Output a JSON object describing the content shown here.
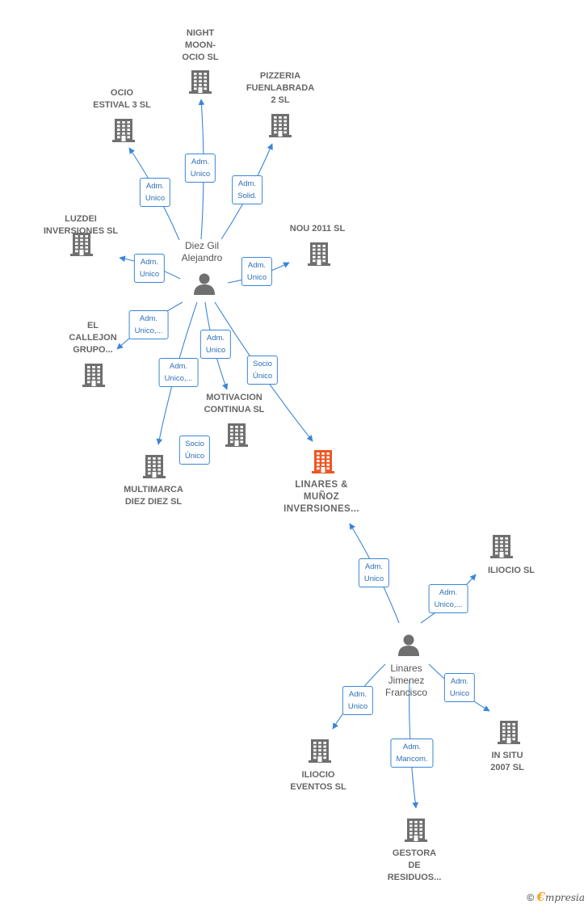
{
  "colors": {
    "edge": "#3a86d6",
    "building": "#6f6f6f",
    "highlight": "#ee5522",
    "person": "#6f6f6f"
  },
  "people": [
    {
      "id": "p1",
      "name": [
        "Diez Gil",
        "Alejandro"
      ],
      "icon": "person-icon"
    },
    {
      "id": "p2",
      "name": [
        "Linares",
        "Jimenez",
        "Francisco"
      ],
      "icon": "person-icon"
    }
  ],
  "companies": [
    {
      "id": "night",
      "name": [
        "NIGHT",
        "MOON-",
        "OCIO SL"
      ],
      "icon": "building-icon"
    },
    {
      "id": "pizzeria",
      "name": [
        "PIZZERIA",
        "FUENLABRADA",
        "2  SL"
      ],
      "icon": "building-icon"
    },
    {
      "id": "ocio",
      "name": [
        "OCIO",
        "ESTIVAL 3 SL"
      ],
      "icon": "building-icon"
    },
    {
      "id": "luzdei",
      "name": [
        "LUZDEI",
        "INVERSIONES SL"
      ],
      "icon": "building-icon"
    },
    {
      "id": "nou",
      "name": [
        "NOU 2011 SL"
      ],
      "icon": "building-icon"
    },
    {
      "id": "callejon",
      "name": [
        "EL",
        "CALLEJON",
        "GRUPO..."
      ],
      "icon": "building-icon"
    },
    {
      "id": "motivacion",
      "name": [
        "MOTIVACION",
        "CONTINUA SL"
      ],
      "icon": "building-icon"
    },
    {
      "id": "multimarca",
      "name": [
        "MULTIMARCA",
        "DIEZ DIEZ SL"
      ],
      "icon": "building-icon"
    },
    {
      "id": "linares",
      "name": [
        "LINARES &",
        "MUÑOZ",
        "INVERSIONES..."
      ],
      "icon": "building-icon",
      "highlight": true
    },
    {
      "id": "iliocio",
      "name": [
        "ILIOCIO SL"
      ],
      "icon": "building-icon"
    },
    {
      "id": "insitu",
      "name": [
        "IN SITU",
        "2007 SL"
      ],
      "icon": "building-icon"
    },
    {
      "id": "iliocioev",
      "name": [
        "ILIOCIO",
        "EVENTOS SL"
      ],
      "icon": "building-icon"
    },
    {
      "id": "gestora",
      "name": [
        "GESTORA",
        "DE",
        "RESIDUOS..."
      ],
      "icon": "building-icon"
    }
  ],
  "edges": [
    {
      "from": "p1",
      "to": "night",
      "label": [
        "Adm.",
        "Unico"
      ]
    },
    {
      "from": "p1",
      "to": "ocio",
      "label": [
        "Adm.",
        "Unico"
      ]
    },
    {
      "from": "p1",
      "to": "pizzeria",
      "label": [
        "Adm.",
        "Solid."
      ]
    },
    {
      "from": "p1",
      "to": "luzdei",
      "label": [
        "Adm.",
        "Unico"
      ]
    },
    {
      "from": "p1",
      "to": "nou",
      "label": [
        "Adm.",
        "Unico"
      ]
    },
    {
      "from": "p1",
      "to": "callejon",
      "label": [
        "Adm.",
        "Unico,..."
      ]
    },
    {
      "from": "p1",
      "to": "motivacion",
      "label": [
        "Adm.",
        "Unico"
      ]
    },
    {
      "from": "p1",
      "to": "multimarca",
      "label": [
        "Adm.",
        "Unico,..."
      ]
    },
    {
      "from": "p1",
      "to": "linares",
      "label": [
        "Socio",
        "Único"
      ]
    },
    {
      "from": "p1",
      "to": "multimarca",
      "label": [
        "Socio",
        "Único"
      ]
    },
    {
      "from": "p2",
      "to": "linares",
      "label": [
        "Adm.",
        "Unico"
      ]
    },
    {
      "from": "p2",
      "to": "iliocio",
      "label": [
        "Adm.",
        "Unico,..."
      ]
    },
    {
      "from": "p2",
      "to": "insitu",
      "label": [
        "Adm.",
        "Unico"
      ]
    },
    {
      "from": "p2",
      "to": "iliocioev",
      "label": [
        "Adm.",
        "Unico"
      ]
    },
    {
      "from": "p2",
      "to": "gestora",
      "label": [
        "Adm.",
        "Mancom."
      ]
    }
  ],
  "footer": {
    "copyright": "©",
    "brand_initial": "€",
    "brand_rest": "mpresia"
  }
}
